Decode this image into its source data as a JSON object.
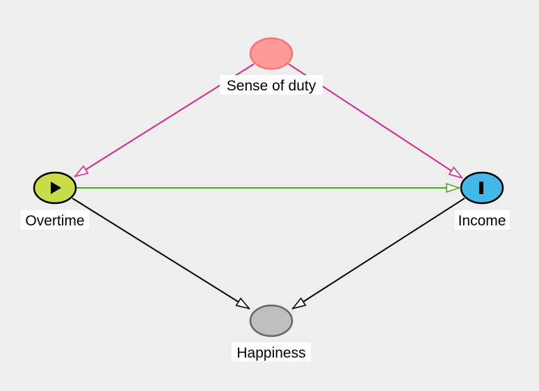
{
  "nodes": {
    "duty": {
      "label": "Sense of duty",
      "role": "ancestor",
      "fill": "#ff9a9a",
      "stroke": "#ff7272"
    },
    "overtime": {
      "label": "Overtime",
      "role": "exposure",
      "icon": "play-icon",
      "fill": "#c8dc4a",
      "stroke": "#000000"
    },
    "income": {
      "label": "Income",
      "role": "outcome",
      "icon": "bar-icon",
      "fill": "#44b8e6",
      "stroke": "#000000"
    },
    "happiness": {
      "label": "Happiness",
      "role": "other",
      "fill": "#bfbfbf",
      "stroke": "#666666"
    }
  },
  "edges": [
    {
      "from": "Sense of duty",
      "to": "Overtime",
      "color": "#d6258c"
    },
    {
      "from": "Sense of duty",
      "to": "Income",
      "color": "#d6258c"
    },
    {
      "from": "Overtime",
      "to": "Income",
      "color": "#4aaa1e"
    },
    {
      "from": "Overtime",
      "to": "Happiness",
      "color": "#000000"
    },
    {
      "from": "Income",
      "to": "Happiness",
      "color": "#000000"
    }
  ]
}
